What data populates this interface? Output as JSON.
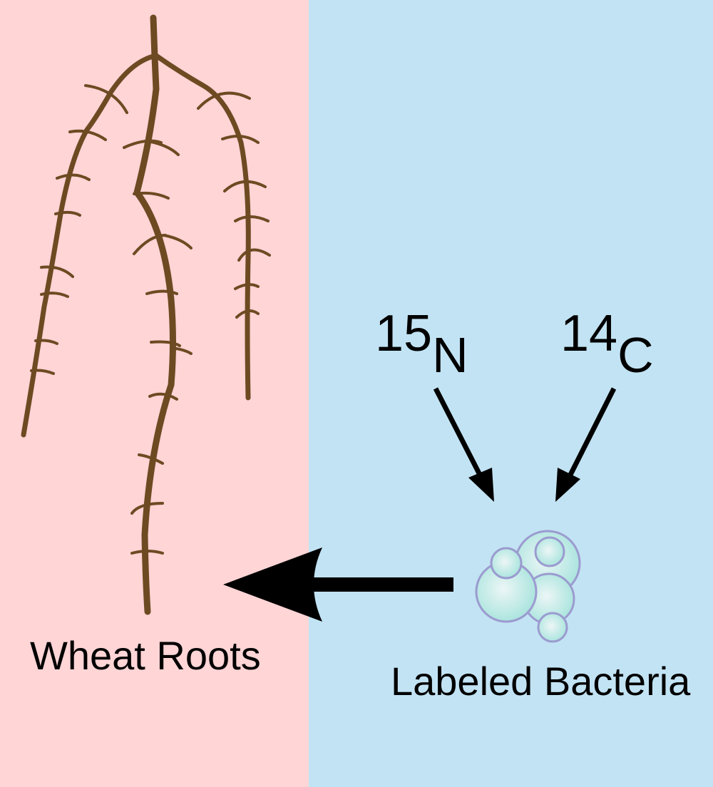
{
  "panels": {
    "left_color": "#ffd5d6",
    "right_color": "#c2e3f3"
  },
  "labels": {
    "roots": "Wheat Roots",
    "bacteria": "Labeled Bacteria"
  },
  "isotopes": [
    {
      "mass": "15",
      "element": "N"
    },
    {
      "mass": "14",
      "element": "C"
    }
  ],
  "colors": {
    "root": "#6e4a22",
    "bacteria_fill": "#a8e6df",
    "bacteria_stroke": "#9b9bd0",
    "arrow": "#000000"
  }
}
